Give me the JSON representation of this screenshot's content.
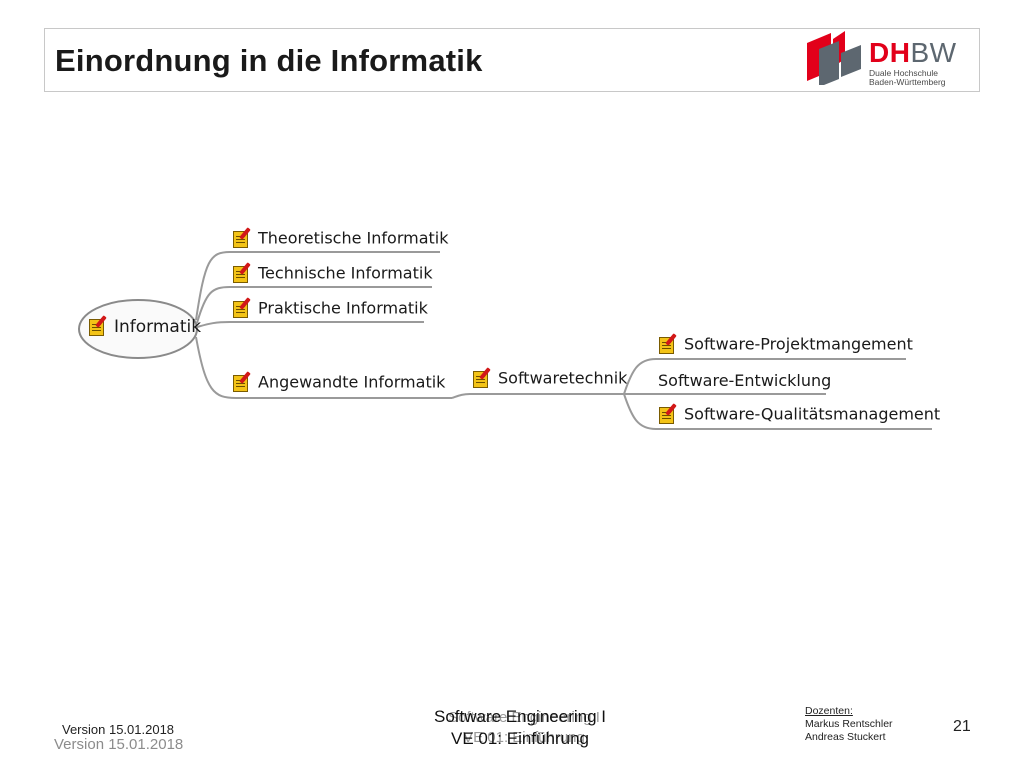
{
  "header": {
    "title": "Einordnung in die Informatik",
    "logo": {
      "dh": "DH",
      "bw": "BW",
      "line1": "Duale Hochschule",
      "line2": "Baden-Württemberg",
      "colors": {
        "red": "#e2001a",
        "gray": "#5d6770"
      }
    }
  },
  "mindmap": {
    "root": "Informatik",
    "branches": [
      "Theoretische Informatik",
      "Technische Informatik",
      "Praktische Informatik",
      "Angewandte Informatik"
    ],
    "sub": {
      "parent": "Angewandte Informatik",
      "node": "Softwaretechnik",
      "children": [
        "Software-Projektmangement",
        "Software-Entwicklung",
        "Software-Qualitätsmanagement"
      ]
    },
    "icon": "note-pencil-icon"
  },
  "footer": {
    "version": "Version 15.01.2018",
    "course_line1": "Software Engineering I",
    "course_line2": "VE 01: Einführung",
    "lecturers_label": "Dozenten:",
    "lecturers": [
      "Markus Rentschler",
      "Andreas Stuckert"
    ],
    "page": "21"
  }
}
